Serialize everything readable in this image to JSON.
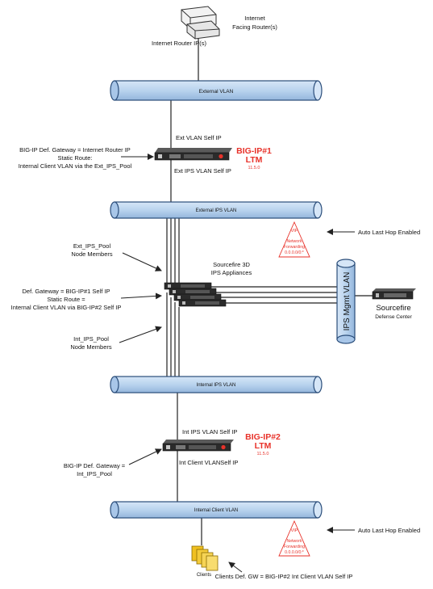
{
  "colors": {
    "vlan_fill": "#b9d3ee",
    "vlan_stroke": "#2a4d7a",
    "line": "#222222",
    "accent_red": "#e8322a",
    "device_dark": "#2b2b2b",
    "client_yellow": "#f0c020"
  },
  "router": {
    "label_1": "Internet",
    "label_2": "Facing Router(s)",
    "ip_label": "Internet Router IP(s)"
  },
  "vlans": {
    "external": "External VLAN",
    "external_ips": "External IPS VLAN",
    "internal_ips": "Internal IPS VLAN",
    "internal_client": "Internal Client VLAN",
    "ips_mgmt": "IPS Mgmt VLAN"
  },
  "bigip1": {
    "top_label": "Ext VLAN Self IP",
    "bottom_label": "Ext IPS VLAN Self IP",
    "name_1": "BIG-IP#1",
    "name_2": "LTM",
    "version": "11.5.0",
    "note_1": "BIG-IP Def. Gateway = Internet Router IP",
    "note_2": "Static Route:",
    "note_3": "Internal Client VLAN via the Ext_IPS_Pool"
  },
  "bigip2": {
    "top_label": "Int IPS VLAN Self IP",
    "bottom_label": "Int Client VLANSelf IP",
    "name_1": "BIG-IP#2",
    "name_2": "LTM",
    "version": "11.5.0",
    "note_1": "BIG-IP Def. Gateway =",
    "note_2": "Int_IPS_Pool"
  },
  "vip1": {
    "badge": "VIP",
    "text_1": "Network",
    "text_2": "Forwarding",
    "text_3": "0.0.0.0/0:*",
    "note": "Auto Last Hop Enabled"
  },
  "vip2": {
    "badge": "VIP",
    "text_1": "Network",
    "text_2": "Forwarding",
    "text_3": "0.0.0.0/0:*",
    "note": "Auto Last Hop Enabled"
  },
  "ips": {
    "title_1": "Sourcefire 3D",
    "title_2": "IPS Appliances",
    "ext_pool_1": "Ext_IPS_Pool",
    "ext_pool_2": "Node Members",
    "int_pool_1": "Int_IPS_Pool",
    "int_pool_2": "Node Members",
    "gw_note_1": "Def. Gateway = BIG-IP#1 Self IP",
    "gw_note_2": "Static Route =",
    "gw_note_3": "Internal Client VLAN via BIG-IP#2 Self IP"
  },
  "defense_center": {
    "label_1": "Sourcefire",
    "label_2": "Defense Center"
  },
  "clients": {
    "label": "Clients",
    "gw_note": "Clients Def. GW = BIG-IP#2 Int Client VLAN Self IP"
  }
}
